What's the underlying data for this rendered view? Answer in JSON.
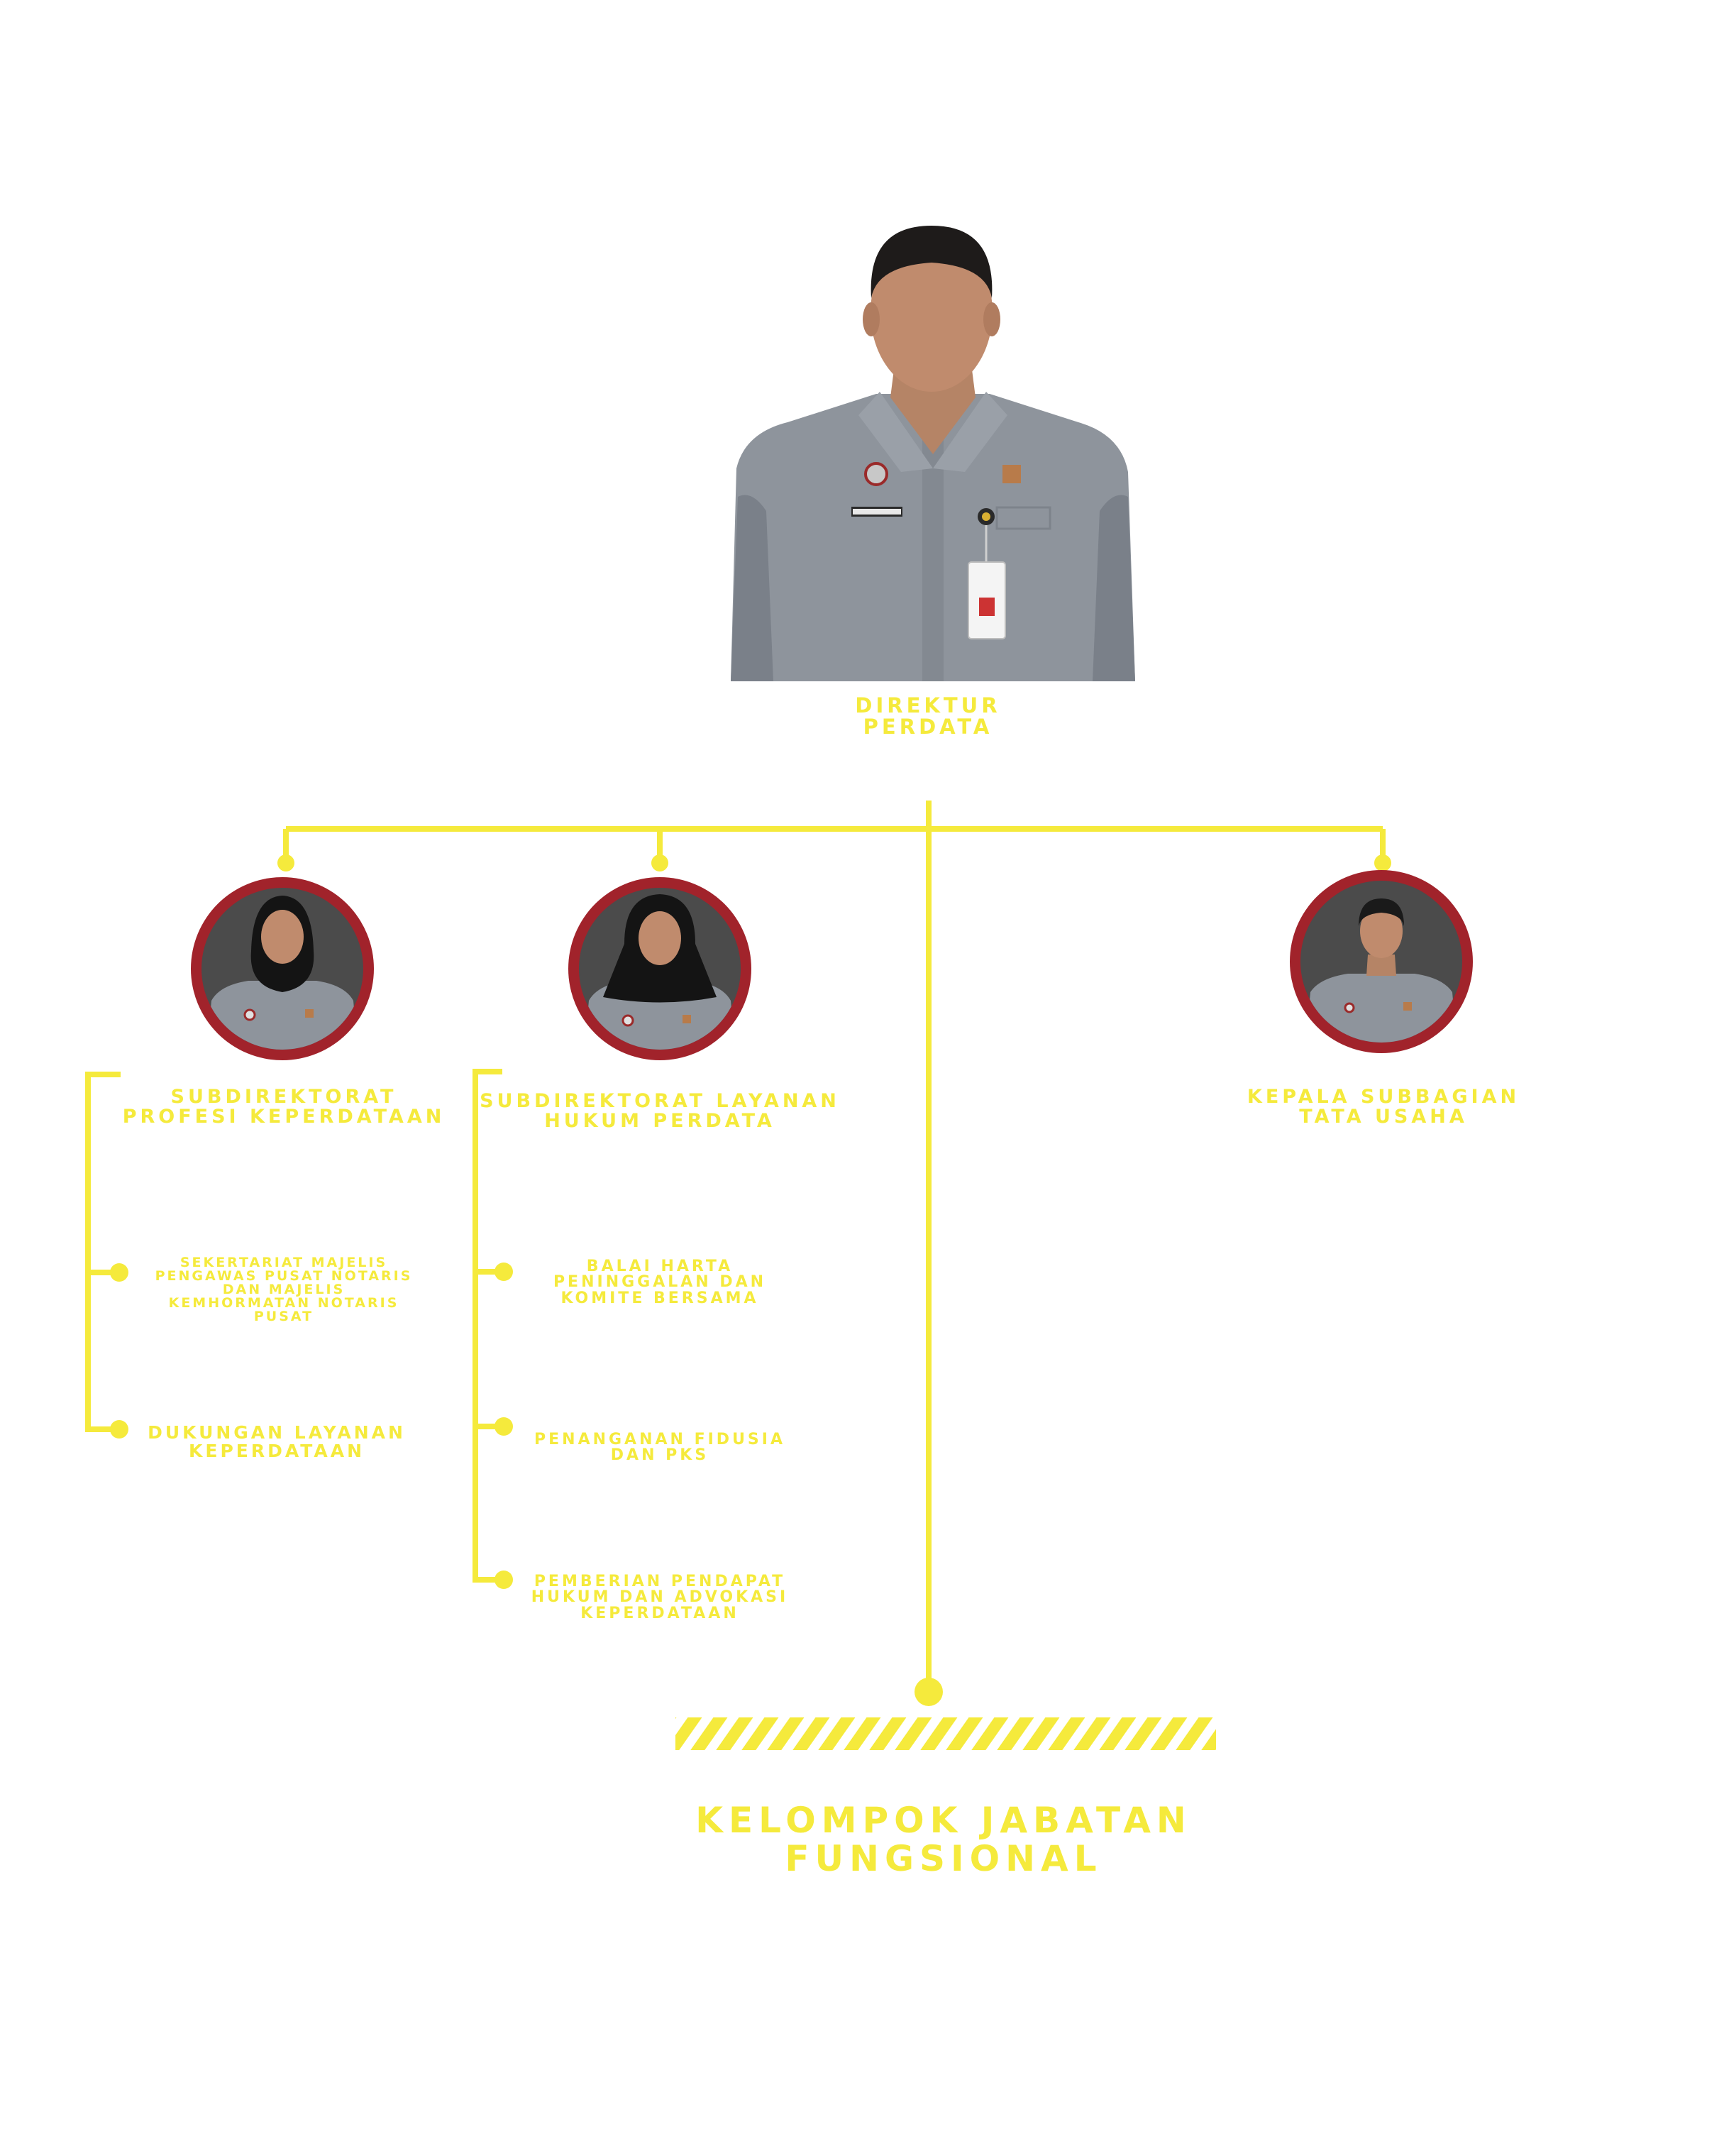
{
  "colors": {
    "connector": "#f5ea3c",
    "ring": "#a1232b",
    "photo_bg": "#4b4b4b",
    "uniform": "#8e949c"
  },
  "director": {
    "title": "DIREKTUR\nPERDATA",
    "photo": "director-portrait"
  },
  "units": [
    {
      "title": "SUBDIREKTORAT\nPROFESI KEPERDATAAN",
      "photo": "subdirektorat-profesi-portrait",
      "children": [
        "SEKERTARIAT MAJELIS\nPENGAWAS PUSAT NOTARIS\nDAN MAJELIS\nKEMHORMATAN NOTARIS\nPUSAT",
        "DUKUNGAN LAYANAN\nKEPERDATAAN"
      ]
    },
    {
      "title": "SUBDIREKTORAT LAYANAN\nHUKUM PERDATA",
      "photo": "subdirektorat-layanan-portrait",
      "children": [
        "BALAI HARTA\nPENINGGALAN DAN\nKOMITE BERSAMA",
        "PENANGANAN FIDUSIA\nDAN PKS",
        "PEMBERIAN PENDAPAT\nHUKUM DAN ADVOKASI\nKEPERDATAAN"
      ]
    },
    {
      "title": "KEPALA SUBBAGIAN\nTATA USAHA",
      "photo": "kepala-subbagian-portrait",
      "children": []
    }
  ],
  "functional_group": {
    "title": "KELOMPOK JABATAN\nFUNGSIONAL"
  }
}
